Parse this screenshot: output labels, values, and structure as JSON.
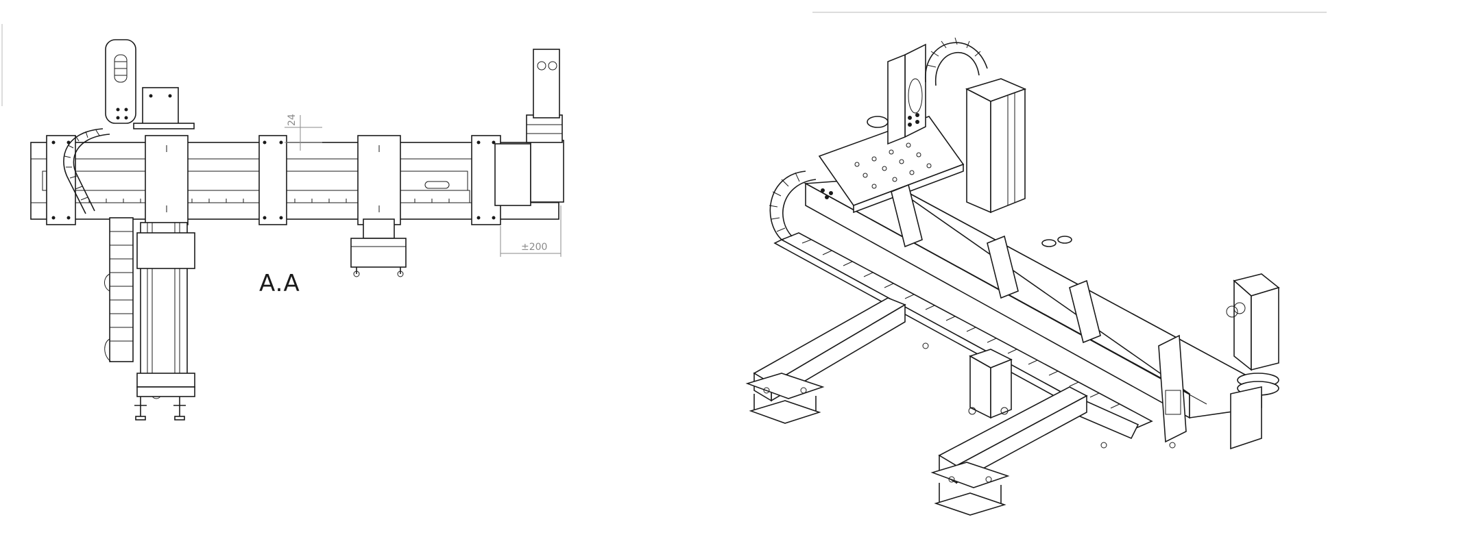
{
  "labels": {
    "section_view": "A.A",
    "dim_vertical": "24",
    "dim_horizontal": "±200"
  },
  "colors": {
    "line": "#1a1a1a",
    "dimension": "#8a8a8a",
    "background": "#ffffff"
  }
}
